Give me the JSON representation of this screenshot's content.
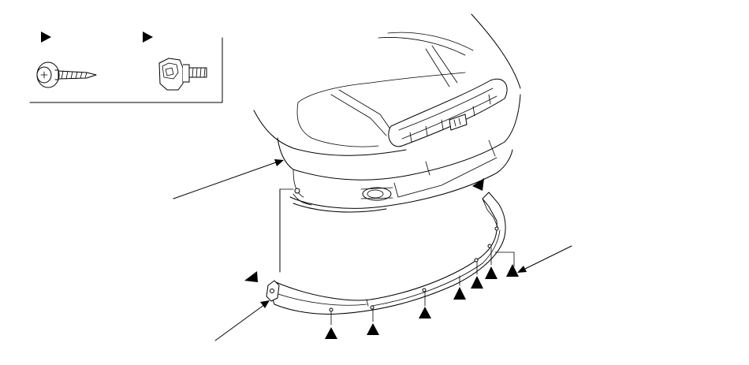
{
  "diagram": {
    "title": "",
    "legend": {
      "fastener_a": {
        "icon": "self-tapping-screw-icon",
        "marker": "filled-triangle"
      },
      "fastener_b": {
        "icon": "flange-bolt-with-clip-icon",
        "marker": "filled-triangle"
      }
    },
    "parts": [
      {
        "name": "front-bumper",
        "callout": "leader-line"
      },
      {
        "name": "front-lower-spoiler",
        "callout": "leader-line"
      },
      {
        "name": "spoiler-side-end",
        "callout": "leader-line"
      }
    ],
    "marker_style": {
      "color": "#000000",
      "shape": "filled-triangle"
    },
    "fastener_markers_count_label": ""
  }
}
